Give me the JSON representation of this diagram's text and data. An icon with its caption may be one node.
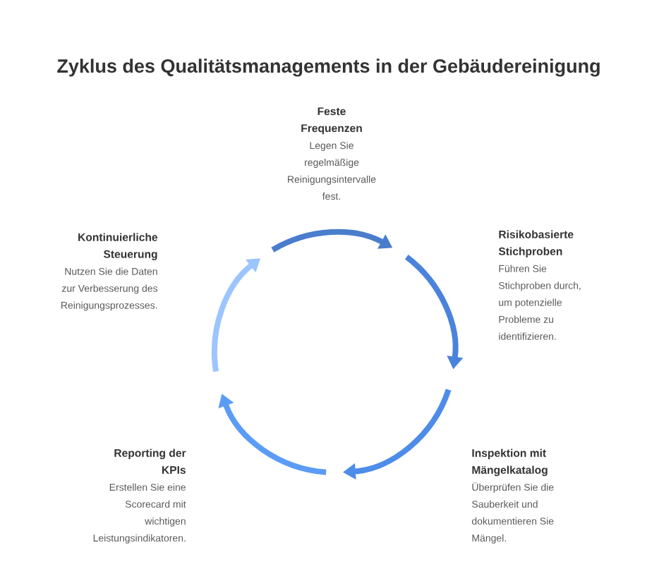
{
  "diagram": {
    "title": "Zyklus des Qualitätsmanagements in der Gebäudereinigung",
    "nodes": [
      {
        "text": [
          "Feste Frequenzen",
          "Legen Sie regelmäßige Reinigungsintervalle fest."
        ]
      },
      {
        "text": [
          "Risikobasierte Stichproben",
          "Führen Sie Stichproben durch, um potenzielle Probleme zu identifizieren."
        ]
      },
      {
        "text": [
          "Inspektion mit Mängelkatalog",
          "Überprüfen Sie die Sauberkeit und dokumentieren Sie Mängel."
        ]
      },
      {
        "text": [
          "Reporting der KPIs",
          "Erstellen Sie eine Scorecard mit wichtigen Leistungsindikatoren."
        ]
      },
      {
        "text": [
          "Kontinuierliche Steuerung",
          "Nutzen Sie die Daten zur Verbesserung des Reinigungsprozesses."
        ]
      }
    ]
  }
}
